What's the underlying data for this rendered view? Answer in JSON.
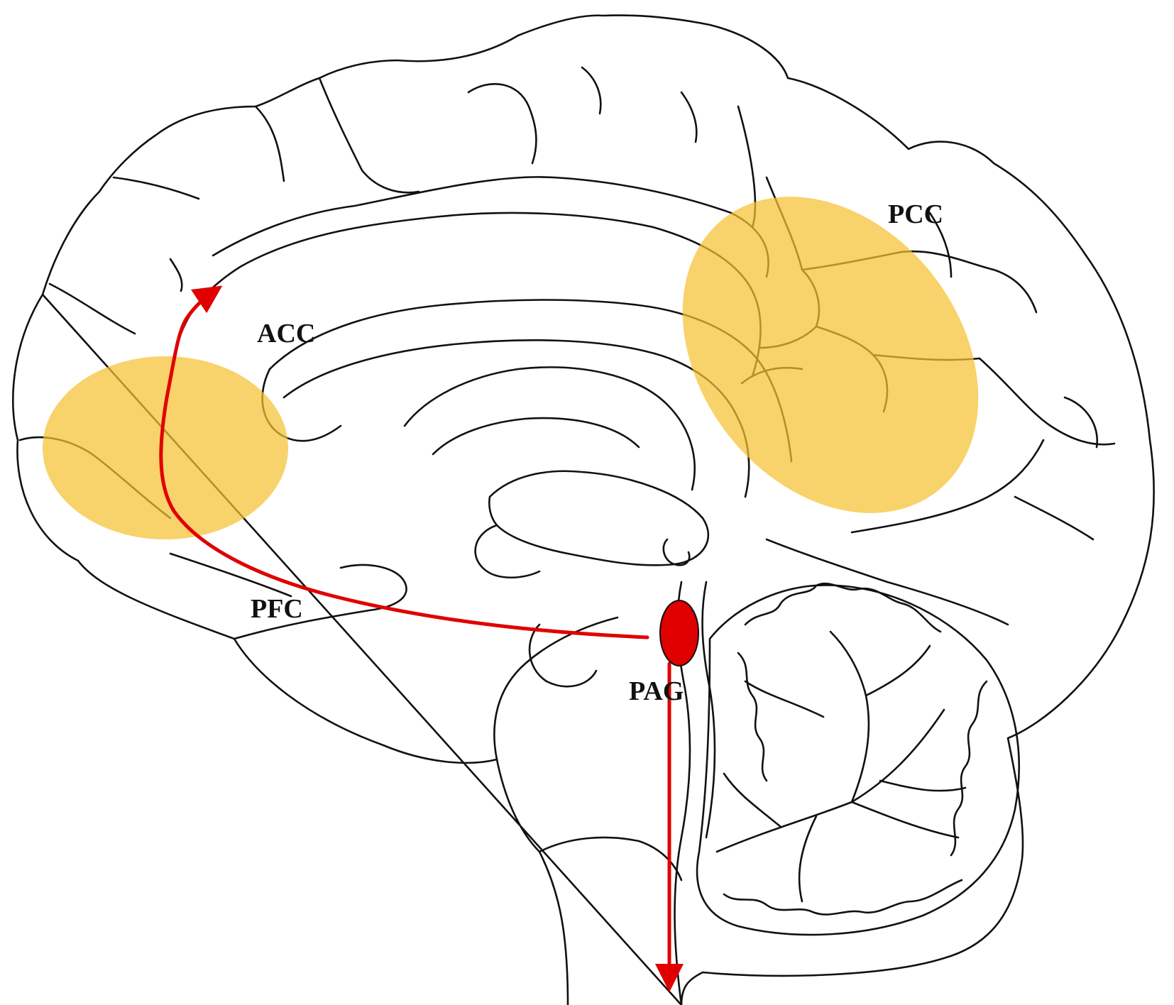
{
  "colors": {
    "highlight": "#F5C131",
    "pathway": "#E00000",
    "outline": "#111111",
    "background": "#FFFFFF"
  },
  "labels": {
    "acc": "ACC",
    "pcc": "PCC",
    "pfc": "PFC",
    "pag": "PAG"
  }
}
